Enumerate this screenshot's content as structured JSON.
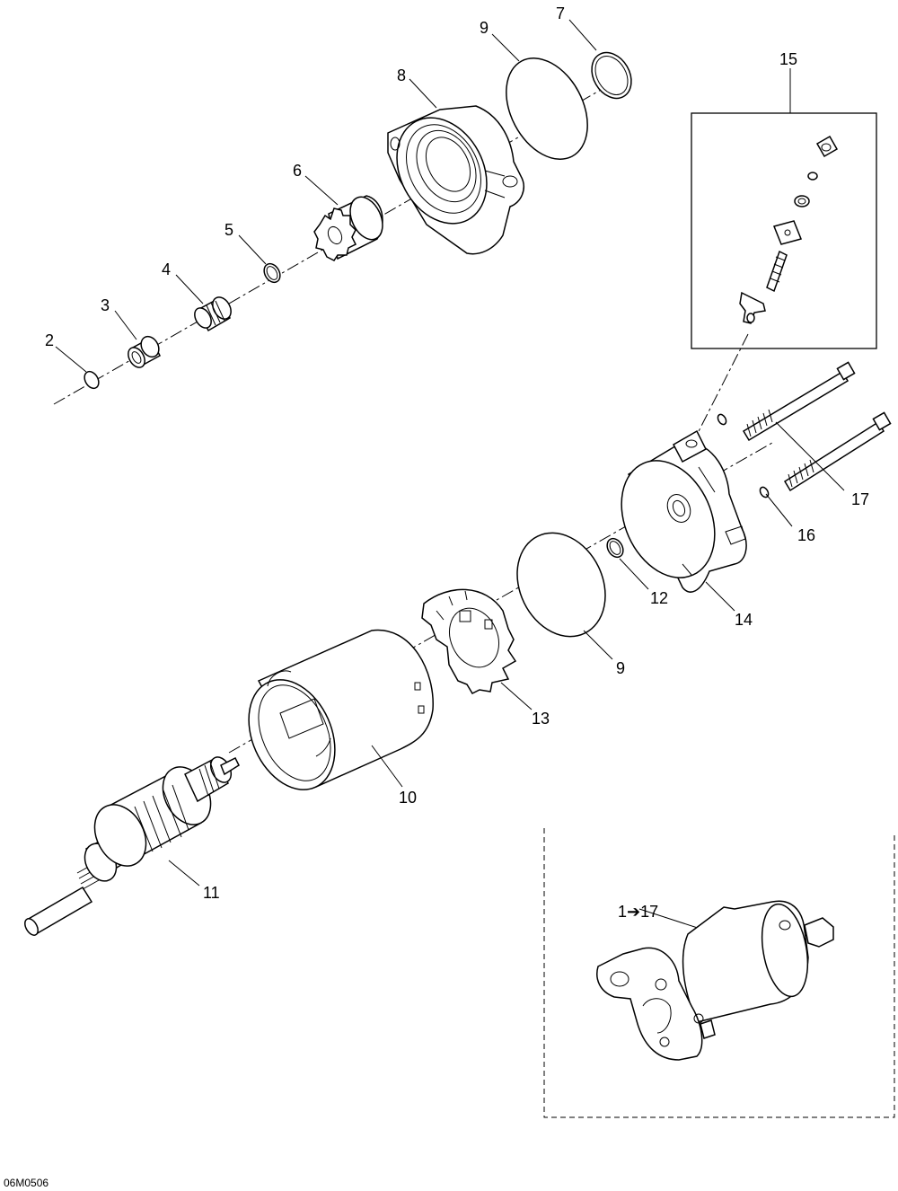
{
  "diagram": {
    "callouts": {
      "c2": "2",
      "c3": "3",
      "c4": "4",
      "c5": "5",
      "c6": "6",
      "c7": "7",
      "c8": "8",
      "c9a": "9",
      "c9b": "9",
      "c10": "10",
      "c11": "11",
      "c12": "12",
      "c13": "13",
      "c14": "14",
      "c15": "15",
      "c16": "16",
      "c17": "17"
    },
    "assembly_label": "1➔17",
    "drawing_code": "06M0506"
  }
}
